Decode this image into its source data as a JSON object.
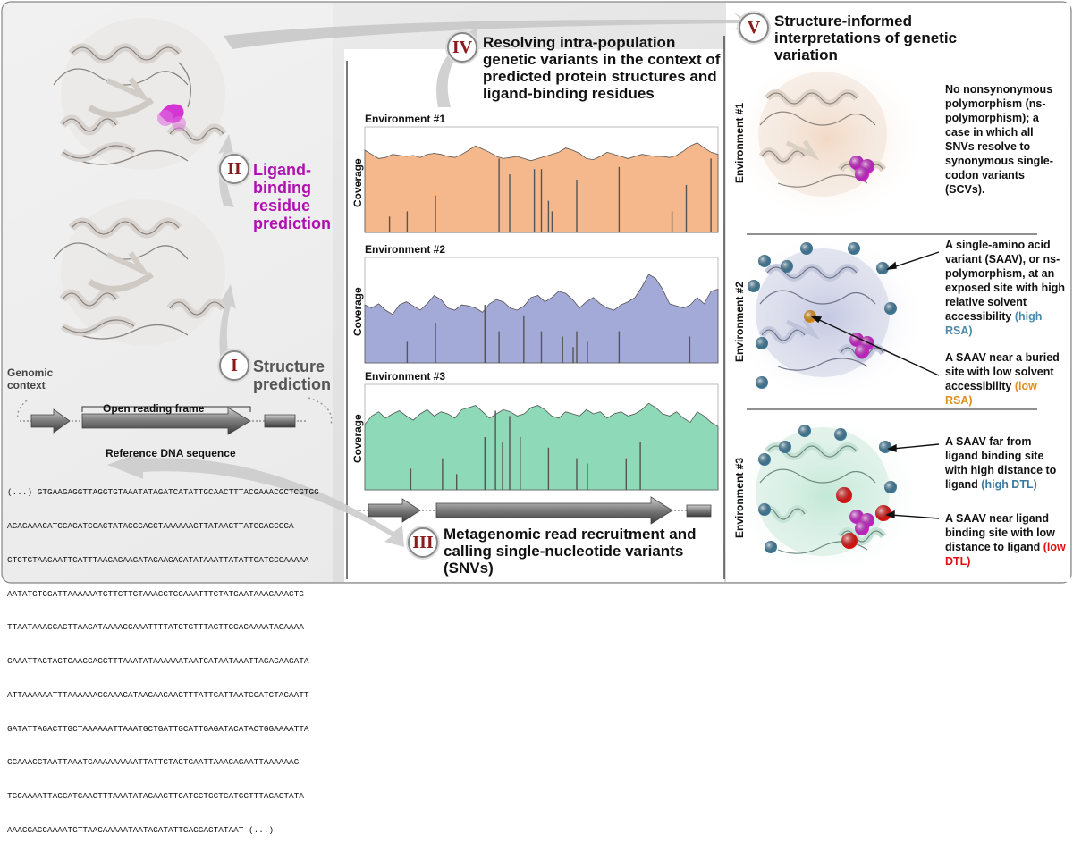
{
  "colors": {
    "env1": "#f5b88c",
    "env2": "#a4aad8",
    "env3": "#8ed9b8",
    "magenta": "#cc22cc",
    "high_rsa": "#4a8aaa",
    "low_rsa": "#e0901a",
    "high_dtl": "#3a7aa0",
    "low_dtl": "#e01010"
  },
  "stages": {
    "I": {
      "numeral": "I",
      "title": "Structure prediction"
    },
    "II": {
      "numeral": "II",
      "title": "Ligand-binding residue prediction"
    },
    "III": {
      "numeral": "III",
      "title": "Metagenomic read recruitment and calling single-nucleotide variants (SNVs)"
    },
    "IV": {
      "numeral": "IV",
      "title": "Resolving intra-population genetic variants in the context of predicted protein structures and ligand-binding residues"
    },
    "V": {
      "numeral": "V",
      "title": "Structure-informed interpretations of genetic variation"
    }
  },
  "left": {
    "genomic_context": "Genomic context",
    "orf": "Open reading frame",
    "ref_title": "Reference DNA sequence",
    "dna_lines": [
      "(...) GTGAAGAGGTTAGGTGTAAATATAGATCATATTGCAACTTTACGAAACGCTCGTGG",
      "AGAGAAACATCCAGATCCACTATACGCAGCTAAAAAAGTTATAAGTTATGGAGCCGA",
      "CTCTGTAACAATTCATTTAAGAGAAGATAGAAGACATATAAATTATATTGATGCCAAAAA",
      "AATATGTGGATTAAAAAATGTTCTTGTAAACCTGGAAATTTCTATGAATAAAGAAACTG",
      "TTAATAAAGCACTTAAGATAAAACCAAATTTTATCTGTTTAGTTCCAGAAAATAGAAAA",
      "GAAATTACTACTGAAGGAGGTTTAAATATAAAAAATAATCATAATAAATTAGAGAAGATA",
      "ATTAAAAAATTTAAAAAAGCAAAGATAAGAACAAGTTTATTCATTAATCCATCTACAATT",
      "GATATTAGACTTGCTAAAAAATTAAATGCTGATTGCATTGAGATACATACTGGAAAATTA",
      "GCAAACCTAATTAAATCAAAAAAAAATTATTCTAGTGAATTAAACAGAATTAAAAAAG",
      "TGCAAAATTAGCATCAAGTTTAAATATAGAAGTTCATGCTGGTCATGGTTTAGACTATA",
      "AAACGACCAAAATGTTAACAAAAATAATAGATATTGAGGAGTATAAT (...)"
    ]
  },
  "middle": {
    "coverage_label": "Coverage",
    "environments": [
      {
        "label": "Environment #1",
        "coverage": [
          0.78,
          0.74,
          0.7,
          0.71,
          0.74,
          0.73,
          0.72,
          0.73,
          0.71,
          0.74,
          0.75,
          0.74,
          0.72,
          0.71,
          0.74,
          0.78,
          0.82,
          0.79,
          0.76,
          0.72,
          0.7,
          0.71,
          0.72,
          0.7,
          0.68,
          0.7,
          0.72,
          0.74,
          0.76,
          0.8,
          0.78,
          0.75,
          0.7,
          0.69,
          0.72,
          0.76,
          0.74,
          0.72,
          0.7,
          0.72,
          0.74,
          0.73,
          0.72,
          0.72,
          0.71,
          0.73,
          0.77,
          0.82,
          0.85,
          0.8,
          0.76,
          0.74
        ]
      },
      {
        "label": "Environment #2",
        "coverage": [
          0.55,
          0.52,
          0.56,
          0.5,
          0.46,
          0.55,
          0.58,
          0.54,
          0.5,
          0.56,
          0.64,
          0.6,
          0.52,
          0.5,
          0.55,
          0.54,
          0.52,
          0.48,
          0.56,
          0.6,
          0.58,
          0.52,
          0.5,
          0.54,
          0.62,
          0.64,
          0.58,
          0.62,
          0.68,
          0.66,
          0.6,
          0.52,
          0.58,
          0.62,
          0.56,
          0.52,
          0.5,
          0.55,
          0.58,
          0.62,
          0.72,
          0.84,
          0.8,
          0.7,
          0.56,
          0.54,
          0.52,
          0.55,
          0.62,
          0.56,
          0.68,
          0.7
        ]
      },
      {
        "label": "Environment #3",
        "coverage": [
          0.62,
          0.7,
          0.74,
          0.68,
          0.72,
          0.75,
          0.7,
          0.66,
          0.72,
          0.76,
          0.7,
          0.74,
          0.72,
          0.68,
          0.76,
          0.78,
          0.8,
          0.74,
          0.68,
          0.72,
          0.76,
          0.74,
          0.7,
          0.72,
          0.78,
          0.8,
          0.76,
          0.7,
          0.68,
          0.74,
          0.72,
          0.7,
          0.76,
          0.72,
          0.74,
          0.68,
          0.72,
          0.74,
          0.7,
          0.72,
          0.76,
          0.82,
          0.78,
          0.72,
          0.7,
          0.74,
          0.68,
          0.64,
          0.74,
          0.7,
          0.64,
          0.6
        ]
      }
    ]
  },
  "right": {
    "env_labels": [
      "Environment #1",
      "Environment #2",
      "Environment #3"
    ],
    "note1": "No nonsynonymous polymorphism (ns-polymorphism); a case in which all SNVs resolve to synonymous single-codon variants (SCVs).",
    "note2a_pre": "A single-amino acid variant (SAAV), or ns-polymorphism, at an exposed site with high relative solvent accessibility",
    "note2a_tag": "(high RSA)",
    "note2b_pre": "A SAAV near a buried site with low solvent accessibility",
    "note2b_tag": "(low RSA)",
    "note3a_pre": "A SAAV far from ligand binding site with high distance to ligand",
    "note3a_tag": "(high DTL)",
    "note3b_pre": "A SAAV near ligand binding site with low distance to ligand",
    "note3b_tag": "(low DTL)"
  }
}
